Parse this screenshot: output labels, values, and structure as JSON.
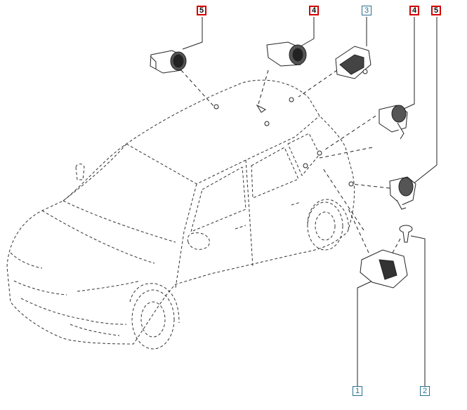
{
  "diagram": {
    "callouts": [
      {
        "id": "c5-left",
        "label": "5",
        "style": "red"
      },
      {
        "id": "c4-top",
        "label": "4",
        "style": "red"
      },
      {
        "id": "c3",
        "label": "3",
        "style": "blue"
      },
      {
        "id": "c4-right",
        "label": "4",
        "style": "red"
      },
      {
        "id": "c5-right",
        "label": "5",
        "style": "red"
      },
      {
        "id": "c1",
        "label": "1",
        "style": "blue"
      },
      {
        "id": "c2",
        "label": "2",
        "style": "blue"
      }
    ],
    "colors": {
      "highlight": "#d40000",
      "reference": "#2a6f8f",
      "line": "#222222"
    }
  }
}
